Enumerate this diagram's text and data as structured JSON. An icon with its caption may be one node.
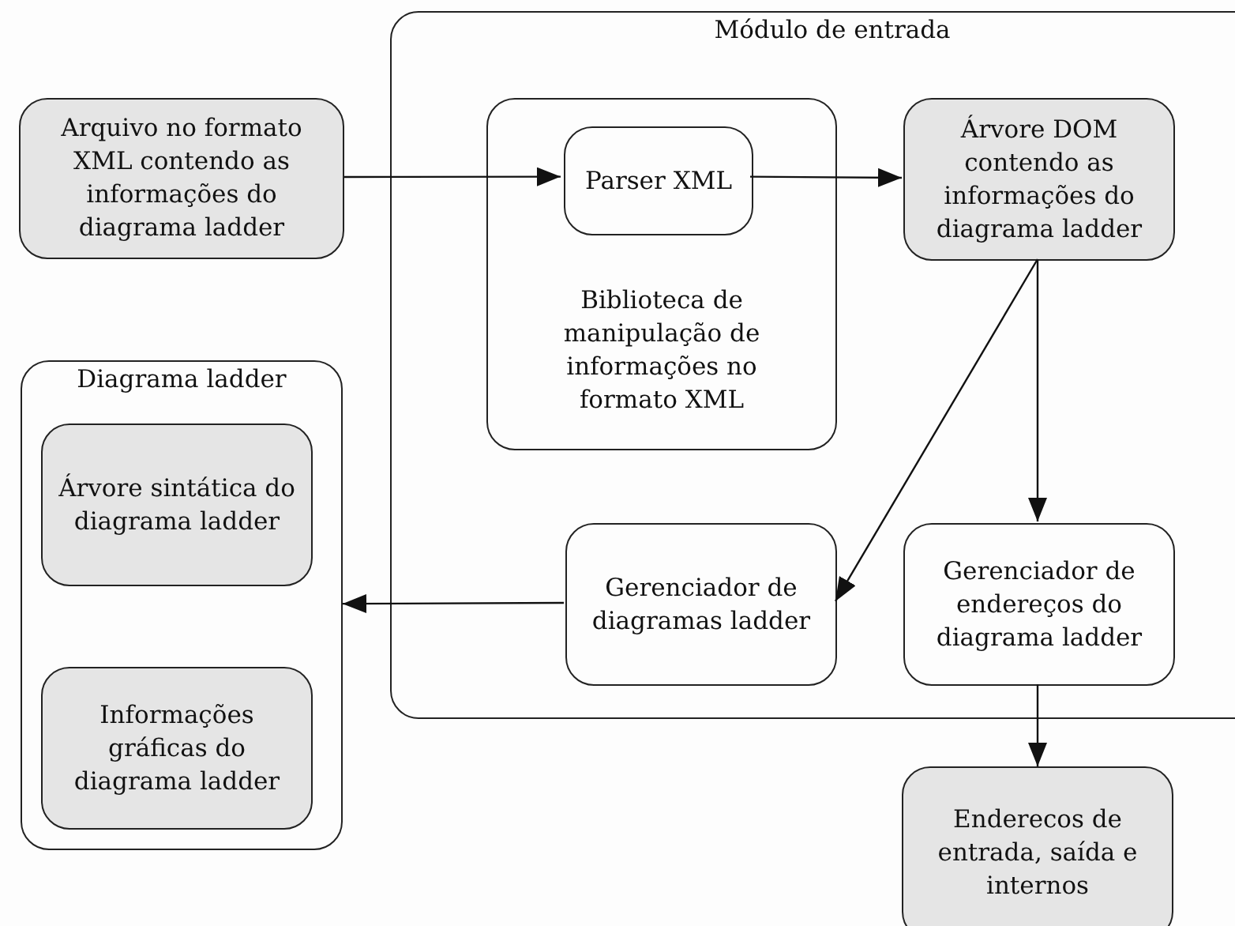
{
  "diagram": {
    "nodes": [
      {
        "text": [
          "Módulo de entrada"
        ]
      },
      {
        "text": [
          "Arquivo no formato XML contendo as informações do diagrama ladder"
        ]
      },
      {
        "text": [
          "Biblioteca de manipulação de informações no formato XML"
        ],
        "in": 0
      },
      {
        "text": [
          "Parser XML"
        ],
        "in": 2
      },
      {
        "text": [
          "Árvore DOM contendo as informações do diagrama ladder"
        ],
        "in": 0
      },
      {
        "text": [
          "Diagrama ladder"
        ]
      },
      {
        "text": [
          "Árvore sintática do diagrama ladder"
        ],
        "in": 5
      },
      {
        "text": [
          "Informações gráficas do diagrama ladder"
        ],
        "in": 5
      },
      {
        "text": [
          "Gerenciador de diagramas ladder"
        ],
        "in": 0
      },
      {
        "text": [
          "Gerenciador de endereços do diagrama ladder"
        ],
        "in": 0
      },
      {
        "text": [
          "Enderecos de entrada, saída e internos"
        ]
      }
    ],
    "edges": [
      {
        "from": 1,
        "to": 3,
        "arrow": "to"
      },
      {
        "from": 3,
        "to": 4,
        "arrow": "to"
      },
      {
        "from": 4,
        "to": 8,
        "arrow": "to"
      },
      {
        "from": 4,
        "to": 9,
        "arrow": "to"
      },
      {
        "from": 8,
        "to": 5,
        "arrow": "to"
      },
      {
        "from": 9,
        "to": 10,
        "arrow": "to"
      }
    ]
  }
}
